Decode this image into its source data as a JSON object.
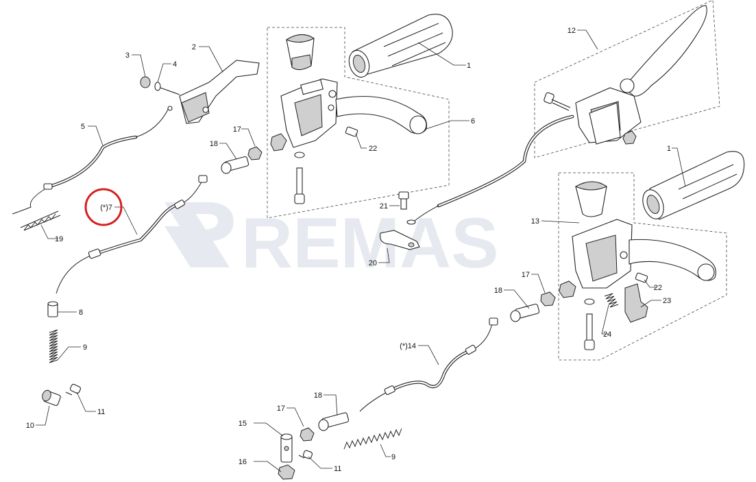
{
  "watermark": {
    "text": "REMAS"
  },
  "highlight": {
    "color": "#d62020",
    "target": "(*)7"
  },
  "callouts": {
    "c1a": "1",
    "c1b": "1",
    "c2": "2",
    "c3": "3",
    "c4": "4",
    "c5": "5",
    "c6": "6",
    "c7": "(*)7",
    "c8": "8",
    "c9a": "9",
    "c9b": "9",
    "c10": "10",
    "c11a": "11",
    "c11b": "11",
    "c12": "12",
    "c13": "13",
    "c14": "(*)14",
    "c15": "15",
    "c16": "16",
    "c17a": "17",
    "c17b": "17",
    "c17c": "17",
    "c18a": "18",
    "c18b": "18",
    "c18c": "18",
    "c19": "19",
    "c20": "20",
    "c21": "21",
    "c22a": "22",
    "c22b": "22",
    "c23": "23",
    "c24": "24"
  }
}
